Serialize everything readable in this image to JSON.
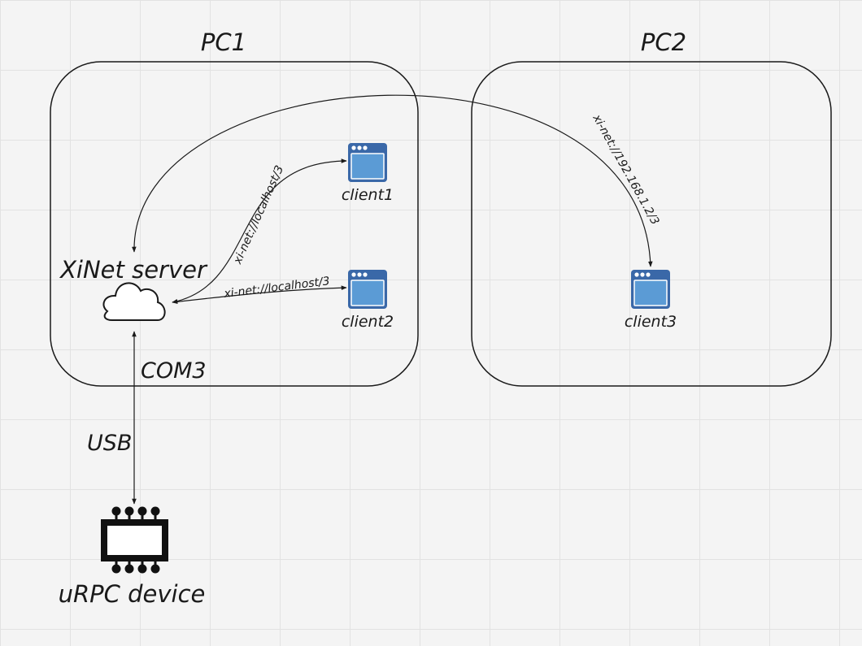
{
  "groups": {
    "pc1": {
      "label": "PC1"
    },
    "pc2": {
      "label": "PC2"
    }
  },
  "nodes": {
    "server": {
      "label": "XiNet server",
      "icon": "cloud-icon"
    },
    "client1": {
      "label": "client1",
      "icon": "app-window-icon"
    },
    "client2": {
      "label": "client2",
      "icon": "app-window-icon"
    },
    "client3": {
      "label": "client3",
      "icon": "app-window-icon"
    },
    "device": {
      "label": "uRPC device",
      "icon": "chip-icon"
    }
  },
  "edges": {
    "server_client1": {
      "label": "xi-net://localhost/3"
    },
    "server_client2": {
      "label": "xi-net://localhost/3"
    },
    "server_client3": {
      "label": "xi-net://192.168.1.2/3"
    },
    "server_device": {
      "port_label": "COM3",
      "link_label": "USB"
    }
  },
  "colors": {
    "icon_fill": "#3a68a8",
    "icon_inner": "#5b9bd5",
    "stroke": "#1a1a1a",
    "grid": "#e2e2e2"
  }
}
